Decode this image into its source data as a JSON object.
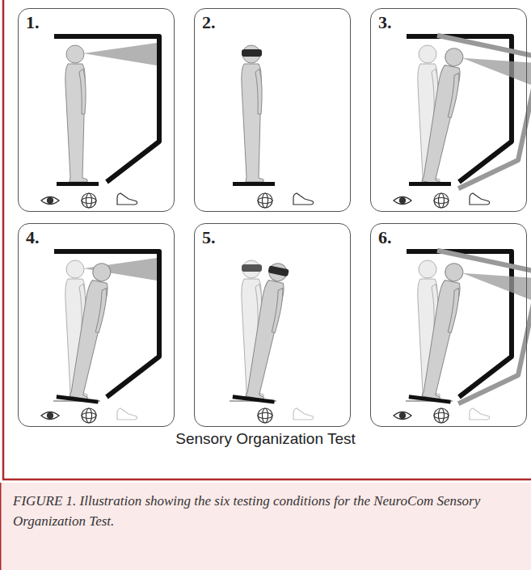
{
  "diagram": {
    "title": "Sensory Organization Test",
    "caption": "FIGURE 1. Illustration showing the six testing conditions for the NeuroCom Sensory Organization Test.",
    "nodes": [
      {
        "text": [
          "1."
        ]
      },
      {
        "text": [
          "2."
        ]
      },
      {
        "text": [
          "3."
        ]
      },
      {
        "text": [
          "4."
        ]
      },
      {
        "text": [
          "5."
        ]
      },
      {
        "text": [
          "6."
        ]
      }
    ]
  }
}
